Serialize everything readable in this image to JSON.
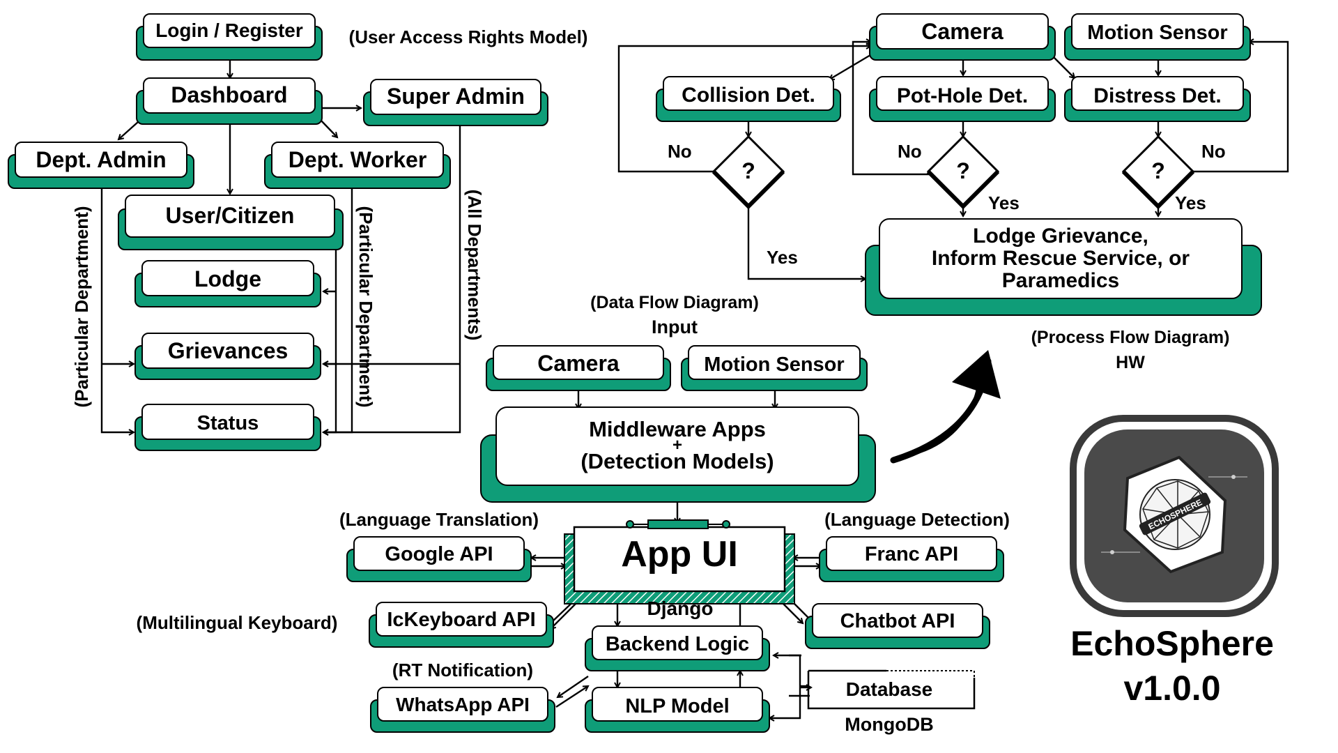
{
  "colors": {
    "accent": "#0f9d78",
    "ink": "#000000",
    "paper": "#ffffff",
    "logo_ring": "#3a3a3a",
    "logo_fill": "#4a4a4a"
  },
  "access_model": {
    "caption": "(User Access Rights Model)",
    "login": "Login / Register",
    "dashboard": "Dashboard",
    "super_admin": "Super Admin",
    "dept_admin": "Dept. Admin",
    "dept_worker": "Dept. Worker",
    "citizen": "User/Citizen",
    "lodge": "Lodge",
    "grievances": "Grievances",
    "status": "Status",
    "label_admin_scope": "(Particular Department)",
    "label_worker_scope": "(Particular Department)",
    "label_super_scope": "(All Departments)"
  },
  "process_flow": {
    "camera": "Camera",
    "motion_sensor": "Motion Sensor",
    "collision": "Collision Det.",
    "pothole": "Pot-Hole Det.",
    "distress": "Distress Det.",
    "decision": "?",
    "no": "No",
    "yes": "Yes",
    "action_line1": "Lodge Grievance,",
    "action_line2": "Inform Rescue Service, or",
    "action_line3": "Paramedics",
    "caption": "(Process Flow Diagram)",
    "caption_sub": "HW"
  },
  "data_flow": {
    "caption": "(Data Flow Diagram)",
    "input": "Input",
    "camera": "Camera",
    "motion_sensor": "Motion Sensor",
    "middleware_line1": "Middleware Apps",
    "middleware_plus": "+",
    "middleware_line2": "(Detection Models)",
    "app_ui": "App UI",
    "lang_translation": "(Language Translation)",
    "google_api": "Google API",
    "lang_detection": "(Language Detection)",
    "franc_api": "Franc API",
    "multilingual": "(Multilingual Keyboard)",
    "ickeyboard_api": "IcKeyboard API",
    "django": "Django",
    "chatbot_api": "Chatbot API",
    "backend_logic": "Backend Logic",
    "rt_notification": "(RT Notification)",
    "whatsapp_api": "WhatsApp API",
    "nlp_model": "NLP Model",
    "database": "Database",
    "mongodb": "MongoDB"
  },
  "branding": {
    "logo_text": "ECHOSPHERE",
    "name": "EchoSphere",
    "version": "v1.0.0"
  }
}
